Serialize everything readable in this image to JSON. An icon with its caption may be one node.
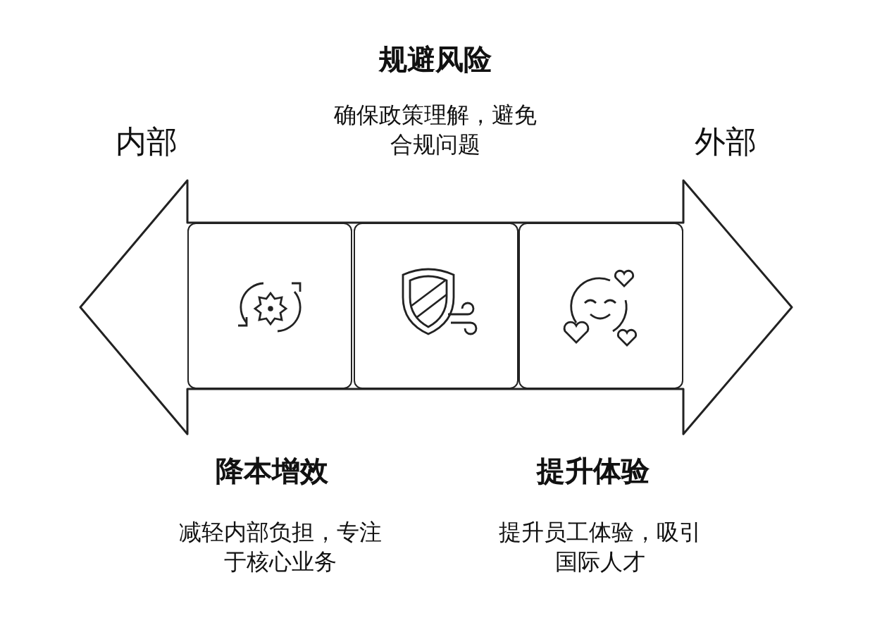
{
  "diagram": {
    "nodes": [
      {
        "text": [
          "降本增效",
          "减轻内部负担，专注于核心业务"
        ]
      },
      {
        "text": [
          "规避风险",
          "确保政策理解，避免合规问题"
        ]
      },
      {
        "text": [
          "提升体验",
          "提升员工体验，吸引国际人才"
        ]
      }
    ],
    "labels": [
      "内部",
      "外部"
    ]
  }
}
